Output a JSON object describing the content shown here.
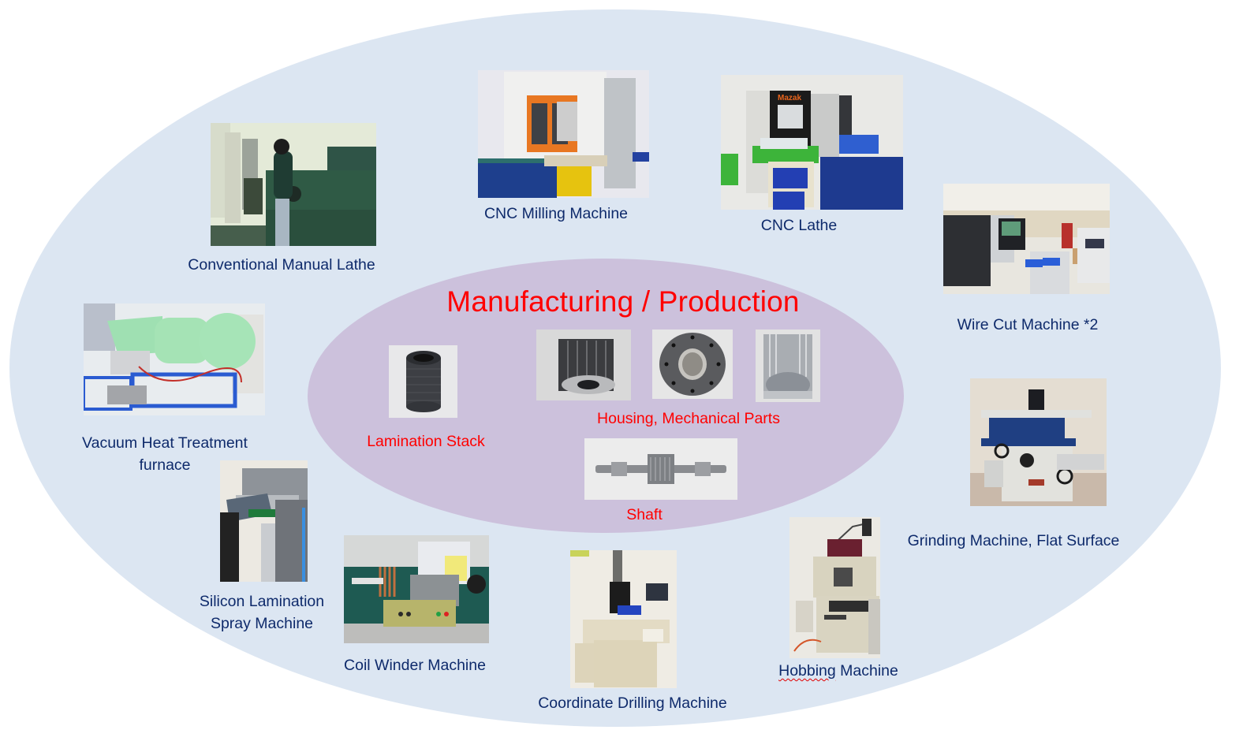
{
  "diagram": {
    "center_title": "Manufacturing / Production",
    "products": [
      {
        "id": "lamination-stack",
        "label": "Lamination Stack"
      },
      {
        "id": "housing-mechanical-parts",
        "label": "Housing, Mechanical Parts"
      },
      {
        "id": "shaft",
        "label": "Shaft"
      }
    ],
    "machines": [
      {
        "id": "conventional-manual-lathe",
        "label": "Conventional Manual Lathe"
      },
      {
        "id": "cnc-milling-machine",
        "label": "CNC Milling Machine"
      },
      {
        "id": "cnc-lathe",
        "label": "CNC Lathe"
      },
      {
        "id": "wire-cut-machine",
        "label": "Wire Cut Machine *2"
      },
      {
        "id": "vacuum-heat-treatment-furnace",
        "label_line1": "Vacuum Heat Treatment",
        "label_line2": "furnace"
      },
      {
        "id": "grinding-machine",
        "label": "Grinding Machine, Flat Surface"
      },
      {
        "id": "silicon-lamination-spray-machine",
        "label_line1": "Silicon Lamination",
        "label_line2": "Spray Machine"
      },
      {
        "id": "coil-winder-machine",
        "label": "Coil Winder Machine"
      },
      {
        "id": "coordinate-drilling-machine",
        "label": "Coordinate Drilling Machine"
      },
      {
        "id": "hobbing-machine",
        "label_part1": "Hobbing",
        "label_part2": " Machine"
      }
    ],
    "colors": {
      "outer_fill": "#dce6f2",
      "inner_fill": "#ccc1dc",
      "machine_label": "#0e2a6b",
      "product_label": "#ff0000"
    }
  }
}
